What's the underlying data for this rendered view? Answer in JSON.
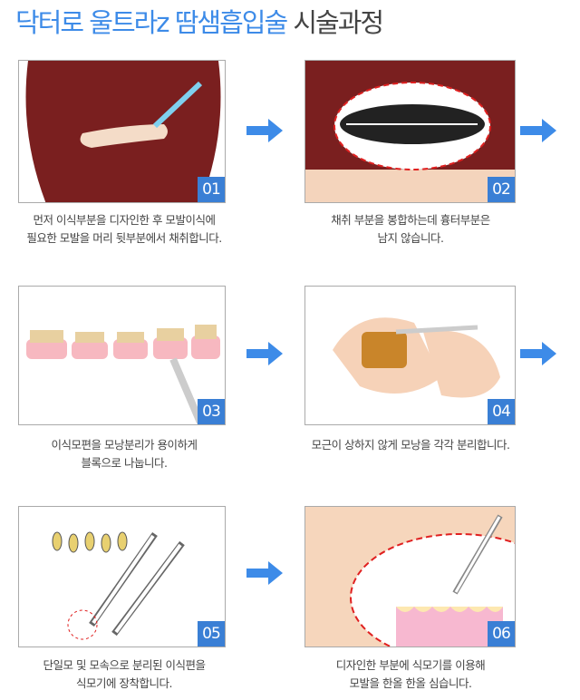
{
  "title": {
    "blue": "닥터로 울트라z 땀샘흡입술",
    "dark": "시술과정"
  },
  "steps": [
    {
      "num": "01",
      "line1": "먼저 이식부분을 디자인한 후 모발이식에",
      "line2": "필요한 모발을 머리 뒷부분에서 채취합니다."
    },
    {
      "num": "02",
      "line1": "채취 부분을 봉합하는데 흉터부분은",
      "line2": "남지 않습니다."
    },
    {
      "num": "03",
      "line1": "이식모편을 모낭분리가 용이하게",
      "line2": "블록으로 나눕니다."
    },
    {
      "num": "04",
      "line1": "모근이 상하지 않게 모낭을 각각 분리합니다.",
      "line2": ""
    },
    {
      "num": "05",
      "line1": "단일모 및 모속으로 분리된 이식편을",
      "line2": "식모기에 장착합니다."
    },
    {
      "num": "06",
      "line1": "디자인한 부분에 식모기를 이용해",
      "line2": "모발을 한올 한올 심습니다."
    }
  ],
  "colors": {
    "accent": "#3a7fd5",
    "title_blue": "#3d8be8",
    "arrow": "#3d8be8"
  }
}
